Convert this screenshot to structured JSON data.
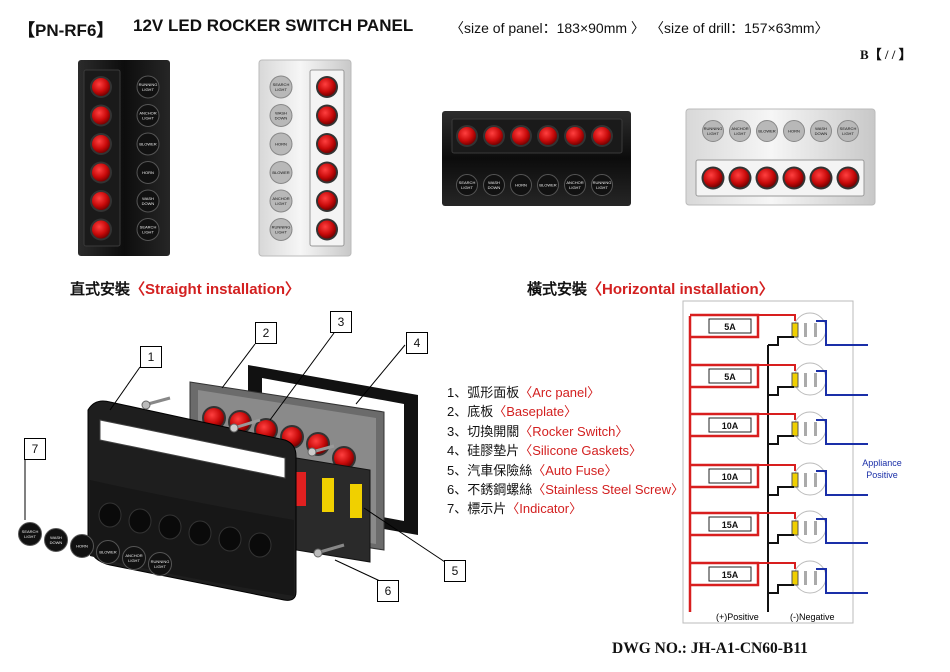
{
  "header": {
    "model": "【PN-RF6】",
    "title": "12V LED ROCKER SWITCH PANEL",
    "panel_size": "〈size of panel：183×90mm 〉",
    "drill_size": "〈size of drill：157×63mm〉",
    "revision": "B【 / / 】"
  },
  "panels": {
    "vertical_labels": [
      "RUNNING LIGHT",
      "ANCHOR LIGHT",
      "BLOWER",
      "HORN",
      "WASH DOWN",
      "SEARCH LIGHT"
    ],
    "vertical_white_labels": [
      "SEARCH LIGHT",
      "WASH DOWN",
      "HORN",
      "BLOWER",
      "ANCHOR LIGHT",
      "RUNNING LIGHT"
    ],
    "horizontal_black_labels": [
      "SEARCH LIGHT",
      "WASH DOWN",
      "HORN",
      "BLOWER",
      "ANCHOR LIGHT",
      "RUNNING LIGHT"
    ],
    "horizontal_white_labels": [
      "RUNNING LIGHT",
      "ANCHOR LIGHT",
      "BLOWER",
      "HORN",
      "WASH DOWN",
      "SEARCH LIGHT"
    ]
  },
  "sections": {
    "straight_cn": "直式安裝",
    "straight_en": "〈Straight  installation〉",
    "horizontal_cn": "橫式安裝",
    "horizontal_en": "〈Horizontal  installation〉"
  },
  "callouts": [
    "1",
    "2",
    "3",
    "4",
    "5",
    "6",
    "7"
  ],
  "indicator_labels": [
    "SEARCH LIGHT",
    "WASH DOWN",
    "HORN",
    "BLOWER",
    "ANCHOR LIGHT",
    "RUNNING LIGHT"
  ],
  "legend": [
    {
      "cn": "1、弧形面板",
      "en": "〈Arc panel〉"
    },
    {
      "cn": "2、底板",
      "en": "〈Baseplate〉"
    },
    {
      "cn": "3、切換開關",
      "en": "〈Rocker Switch〉"
    },
    {
      "cn": "4、硅膠墊片",
      "en": "〈Silicone Gaskets〉"
    },
    {
      "cn": "5、汽車保險絲",
      "en": "〈Auto Fuse〉"
    },
    {
      "cn": "6、不銹鋼螺絲",
      "en": "〈Stainless Steel Screw〉"
    },
    {
      "cn": "7、標示片",
      "en": "〈Indicator〉"
    }
  ],
  "wiring": {
    "fuses": [
      "5A",
      "5A",
      "10A",
      "10A",
      "15A",
      "15A"
    ],
    "appliance": [
      "Appliance",
      "Positive"
    ],
    "positive": "(+)Positive",
    "negative": "(-)Negative",
    "colors": {
      "positive": "#d81e1e",
      "negative": "#111111",
      "appliance": "#1a2fa8"
    }
  },
  "dwg": "DWG NO.: JH-A1-CN60-B11"
}
